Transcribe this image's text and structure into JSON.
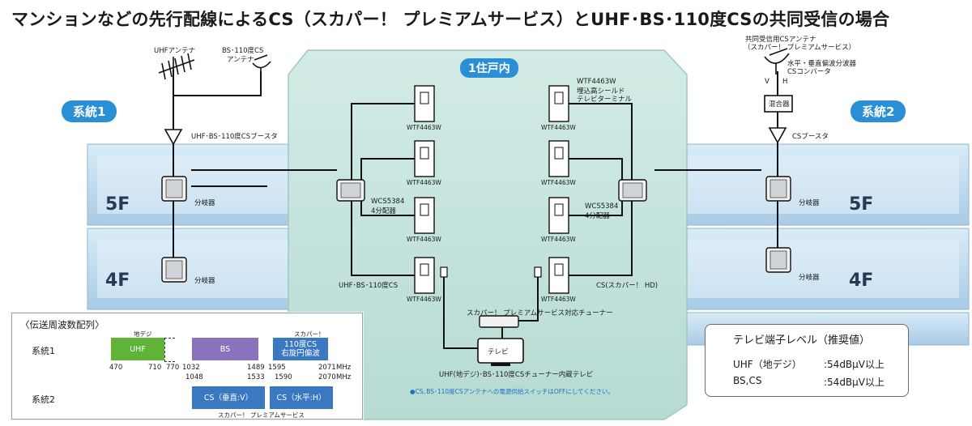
{
  "title": "マンションなどの先行配線によるCS（スカパー！ プレミアムサービス）とUHF･BS･110度CSの共同受信の場合",
  "systems": {
    "left": "系統1",
    "right": "系統2"
  },
  "unit_label": "1住戸内",
  "floors": {
    "f5": "5F",
    "f4": "4F"
  },
  "left_antennas": {
    "uhf": "UHFアンテナ",
    "bs_line1": "BS･110度CS",
    "bs_line2": "アンテナ"
  },
  "left_booster": "UHF･BS･110度CSブースタ",
  "right_antenna": {
    "line1": "共同受信用CSアンテナ",
    "line2": "（スカパー！ プレミアムサービス）"
  },
  "right_converter": {
    "line1": "水平・垂直偏波分波器",
    "line2": "CSコンバータ"
  },
  "polarity": {
    "v": "V",
    "h": "H"
  },
  "mixer": "混合器",
  "right_booster": "CSブースタ",
  "splitter_label": "分岐器",
  "terminal_model": "WTF4463W",
  "terminal_desc": {
    "model": "WTF4463W",
    "line1": "埋込高シールド",
    "line2": "テレビターミナル"
  },
  "distributor": {
    "model": "WCS5384",
    "desc": "4分配器"
  },
  "outlet_left": "UHF･BS･110度CS",
  "outlet_right": "CS(スカパー！ HD)",
  "tuner": "スカパー！ プレミアムサービス対応チューナー",
  "tv": "テレビ",
  "tv_caption": "UHF(地デジ)･BS･110度CSチューナー内蔵テレビ",
  "note": "●CS､BS･110度CSアンテナへの電源供給スイッチはOFFにしてください。",
  "freq_table": {
    "header": "〈伝送周波数配列〉",
    "row1_label": "系統1",
    "row2_label": "系統2",
    "bands": {
      "chideji": "地デジ",
      "uhf": "UHF",
      "bs": "BS",
      "skyper_top": "スカパー！",
      "cs_right_line1": "110度CS",
      "cs_right_line2": "右旋円偏波",
      "cs_v": "CS（垂直:V）",
      "cs_h": "CS（水平:H）",
      "skyper_bottom": "スカパー！ プレミアムサービス"
    },
    "freqs_row1": {
      "a": "470",
      "b": "710",
      "c": "770",
      "d": "1032",
      "e": "1489",
      "f": "1595",
      "g": "2071",
      "unit": "MHz"
    },
    "freqs_row2": {
      "a": "1048",
      "b": "1533",
      "c": "1590",
      "d": "2070",
      "unit": "MHz"
    }
  },
  "recommended": {
    "title": "テレビ端子レベル（推奨値）",
    "items": [
      {
        "label": "UHF（地デジ）",
        "value": ":54dBμV以上"
      },
      {
        "label": "BS,CS",
        "value": ":54dBμV以上"
      }
    ]
  },
  "colors": {
    "uhf": "#5fb336",
    "bs": "#8a72bd",
    "cs": "#3a78c2",
    "badge": "#2b8fd6",
    "building": "#bcd9ee",
    "unit": "#bfe0da"
  }
}
